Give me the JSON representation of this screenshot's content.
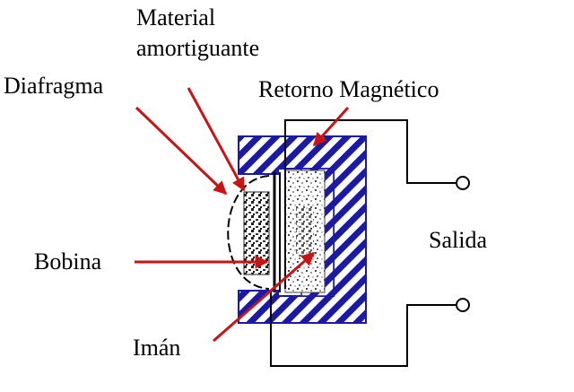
{
  "labels": {
    "material_line1": "Material",
    "material_line2": "amortiguante",
    "diafragma": "Diafragma",
    "retorno": "Retorno Magnético",
    "bobina": "Bobina",
    "salida": "Salida",
    "iman": "Imán"
  },
  "colors": {
    "hatch": "#1a1aa6",
    "arrow": "#c81414",
    "line": "#000000",
    "background": "#ffffff"
  }
}
